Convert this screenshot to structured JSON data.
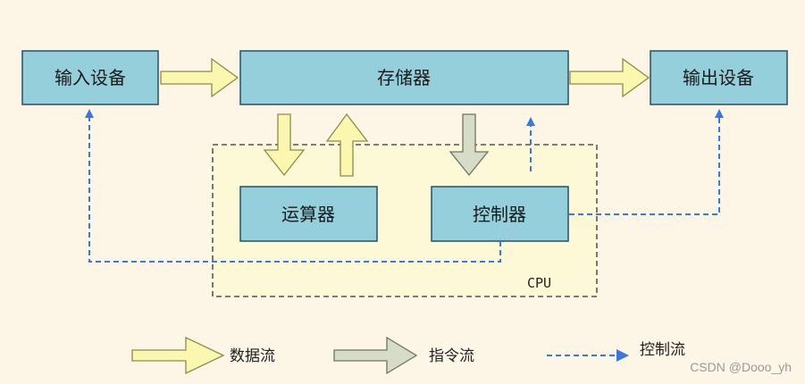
{
  "colors": {
    "background": "#fdf5e6",
    "box_fill": "#96cfdc",
    "box_stroke": "#2a4f5c",
    "cpu_fill": "#fdf9d6",
    "cpu_stroke": "#333333",
    "data_flow_fill": "#fbf6b0",
    "data_flow_stroke": "#8f8a4a",
    "instruction_flow_fill": "#d6dcc8",
    "instruction_flow_stroke": "#6e7466",
    "control_flow": "#3d77d8"
  },
  "boxes": {
    "input_device": "输入设备",
    "memory": "存储器",
    "output_device": "输出设备",
    "alu": "运算器",
    "controller": "控制器"
  },
  "cpu_label": "CPU",
  "legend": {
    "data_flow": "数据流",
    "instruction_flow": "指令流",
    "control_flow": "控制流"
  },
  "watermark": "CSDN @Dooo_yh"
}
